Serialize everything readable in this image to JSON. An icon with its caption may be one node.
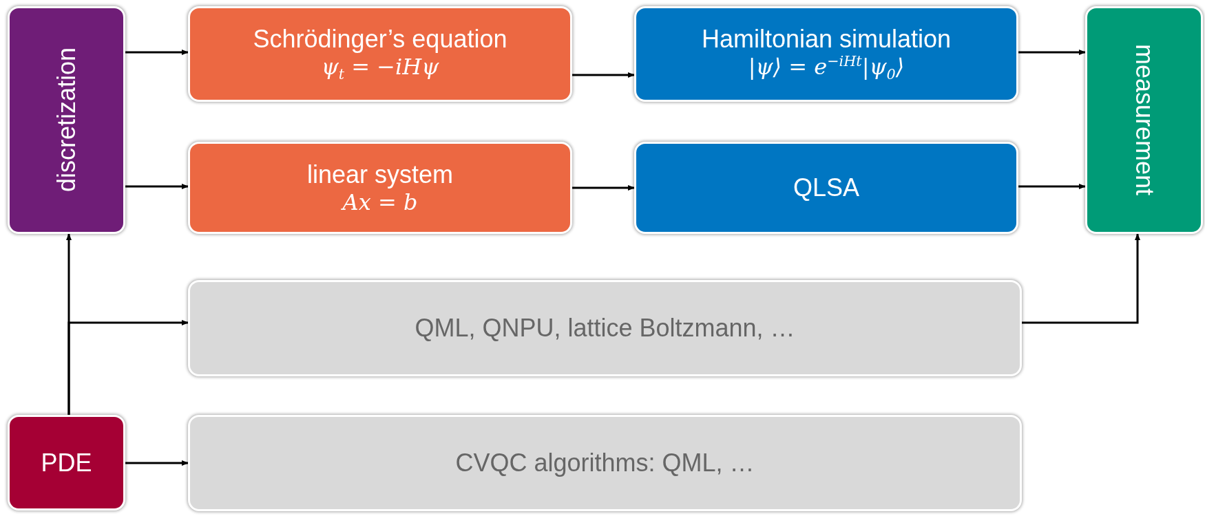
{
  "diagram": {
    "nodes": [
      {
        "text": [
          "discretization"
        ]
      },
      {
        "text": [
          "Schrödinger’s equation",
          "ψ$_{t}$ = −iHψ"
        ]
      },
      {
        "text": [
          "Hamiltonian simulation",
          "|ψ⟩ = e$^{−iHt}$|ψ$_{0}$⟩"
        ]
      },
      {
        "text": [
          "measurement"
        ]
      },
      {
        "text": [
          "linear system",
          "Ax = b"
        ]
      },
      {
        "text": [
          "QLSA"
        ]
      },
      {
        "text": [
          "QML, QNPU, lattice Boltzmann, …"
        ]
      },
      {
        "text": [
          "PDE"
        ]
      },
      {
        "text": [
          "CVQC algorithms: QML, …"
        ]
      }
    ],
    "edges": [
      {
        "from": 0,
        "to": 1,
        "arrow": "to"
      },
      {
        "from": 0,
        "to": 4,
        "arrow": "to"
      },
      {
        "from": 1,
        "to": 2,
        "arrow": "to"
      },
      {
        "from": 4,
        "to": 5,
        "arrow": "to"
      },
      {
        "from": 2,
        "to": 3,
        "arrow": "to"
      },
      {
        "from": 5,
        "to": 3,
        "arrow": "to"
      },
      {
        "from": 6,
        "to": 3,
        "arrow": "to"
      },
      {
        "from": 7,
        "to": 0,
        "arrow": "to"
      },
      {
        "from": 7,
        "to": 6,
        "arrow": "to"
      },
      {
        "from": 7,
        "to": 8,
        "arrow": "to"
      }
    ]
  }
}
